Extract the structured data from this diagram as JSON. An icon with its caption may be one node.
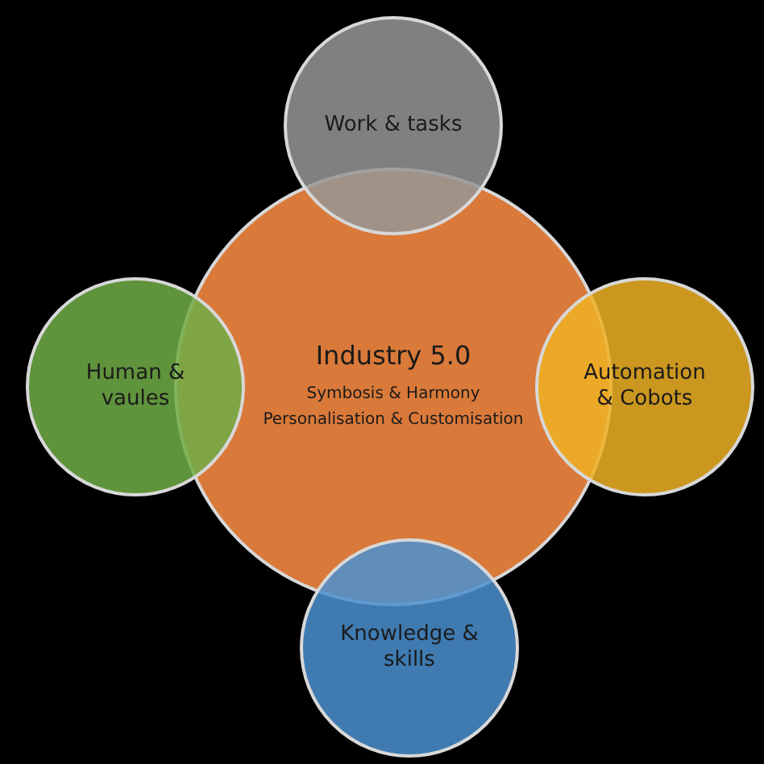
{
  "diagram": {
    "nodes": [
      {
        "text": [
          "Industry 5.0",
          "Symbosis & Harmony",
          "Personalisation & Customisation"
        ]
      },
      {
        "text": [
          "Work & tasks"
        ]
      },
      {
        "text": [
          "Human & vaules"
        ]
      },
      {
        "text": [
          "Automation & Cobots"
        ]
      },
      {
        "text": [
          "Knowledge & skills"
        ]
      }
    ]
  }
}
